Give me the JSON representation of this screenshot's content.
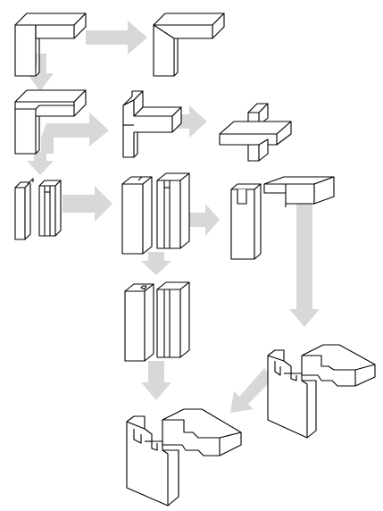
{
  "diagram": {
    "kind": "wood-joinery-progression",
    "stages": [
      {
        "row": 1,
        "joints": [
          "butt-corner",
          "mitre-corner"
        ]
      },
      {
        "row": 2,
        "joints": [
          "halved-corner",
          "tee-halving",
          "cross-halving"
        ]
      },
      {
        "row": 3,
        "joints": [
          "tongue-and-groove-pair",
          "large-tongue-and-groove",
          "grooved-post-and-rail"
        ]
      },
      {
        "row": 4,
        "joints": [
          "stub-tenon-and-groove"
        ]
      },
      {
        "row": 5,
        "joints": [
          "dovetailed-box-corner",
          "dovetailed-box-corner-variant"
        ]
      }
    ]
  },
  "colors": {
    "arrow": "#d8d8d8",
    "stroke": "#000000",
    "face": "#ffffff",
    "background": "#ffffff"
  }
}
